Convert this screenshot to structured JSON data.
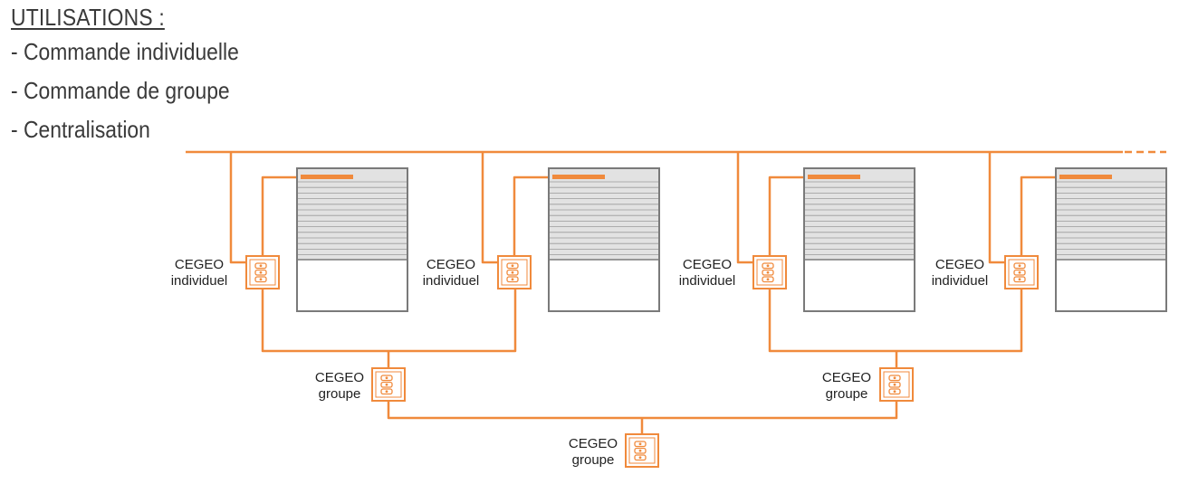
{
  "usages": {
    "title": "UTILISATIONS :",
    "items": [
      "- Commande individuelle",
      "- Commande de groupe",
      "- Centralisation"
    ]
  },
  "colors": {
    "wire": "#f08a3c",
    "shutter_border": "#7a7a7a",
    "slats": "#e2e2e2"
  },
  "icons": [
    "cegeo-switch-icon",
    "roller-shutter-icon"
  ],
  "individual_label": {
    "line1": "CEGEO",
    "line2": "individuel"
  },
  "group_label": {
    "line1": "CEGEO",
    "line2": "groupe"
  },
  "central_label": {
    "line1": "CEGEO",
    "line2": "groupe"
  }
}
